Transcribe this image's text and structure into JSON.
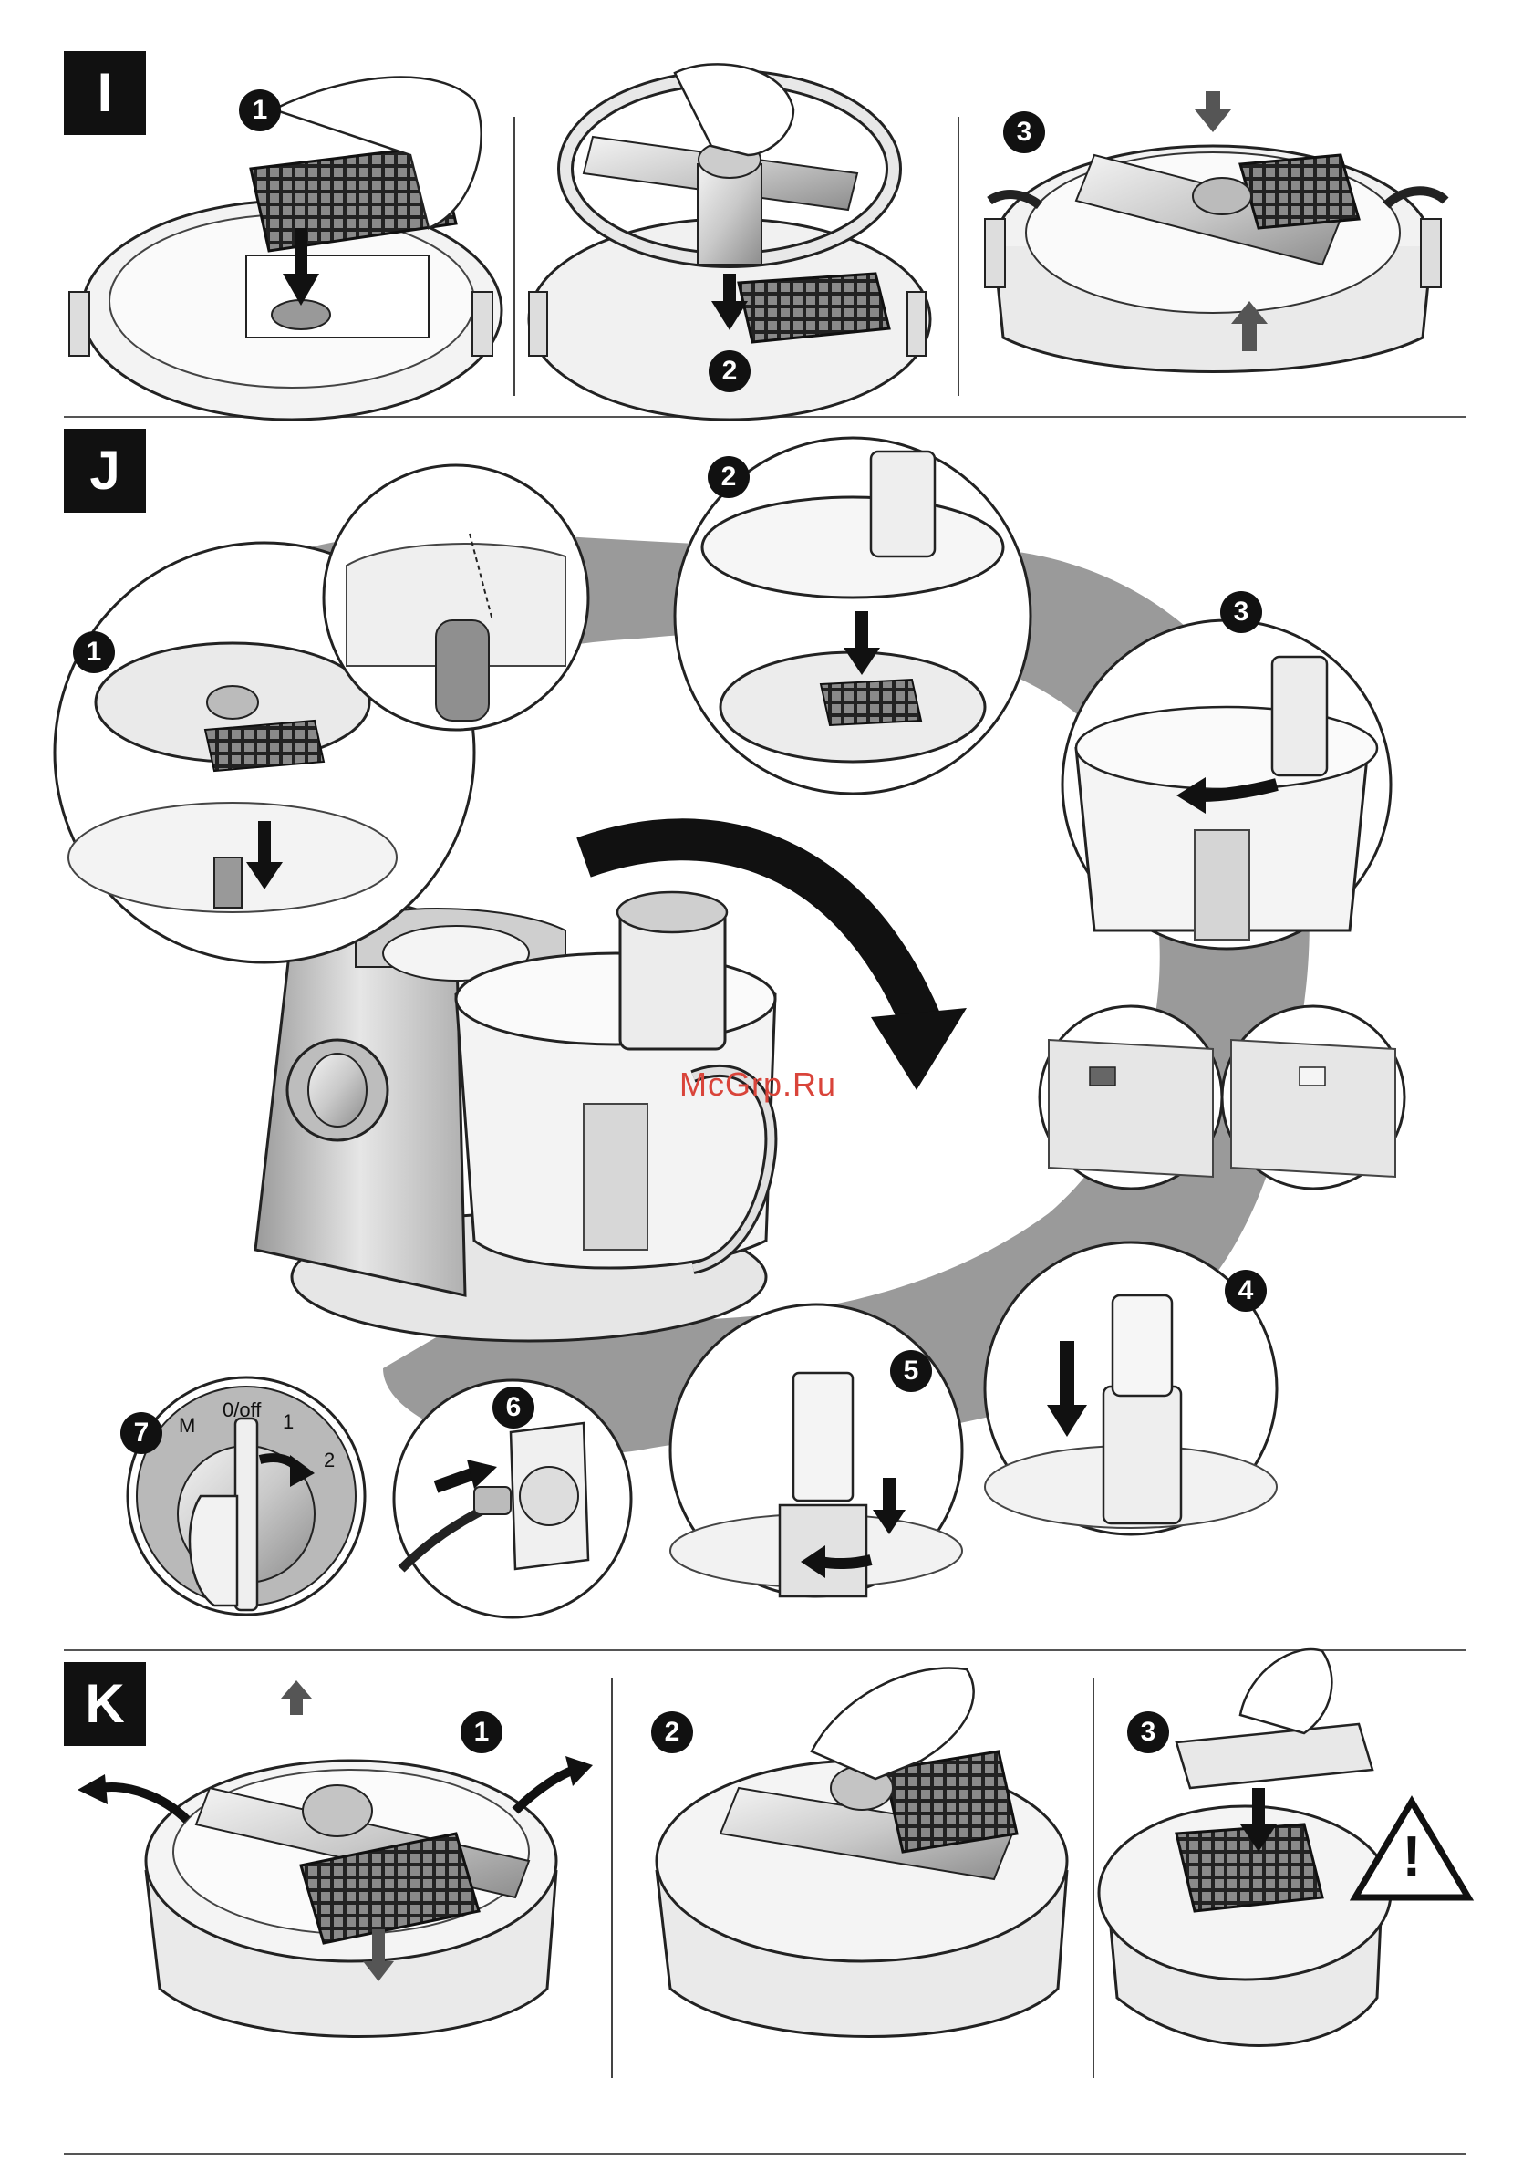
{
  "sections": {
    "I": {
      "label": "I",
      "steps": [
        "1",
        "2",
        "3"
      ]
    },
    "J": {
      "label": "J",
      "steps": [
        "1",
        "2",
        "3",
        "4",
        "5",
        "6",
        "7"
      ]
    },
    "K": {
      "label": "K",
      "steps": [
        "1",
        "2",
        "3"
      ]
    }
  },
  "dial": {
    "m": "M",
    "off": "0/off",
    "one": "1",
    "two": "2"
  },
  "watermark": "McGrp.Ru",
  "warning_symbol": "!",
  "colors": {
    "ink": "#111111",
    "shadow": "#9a9a9a",
    "body": "#e8e8e8",
    "watermark": "#d9443a"
  }
}
